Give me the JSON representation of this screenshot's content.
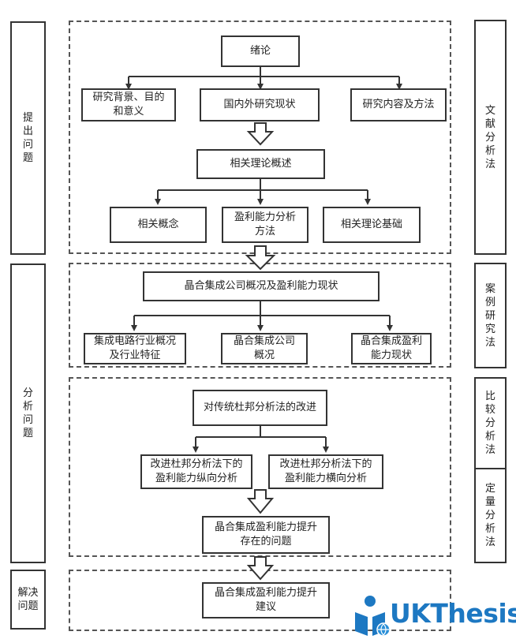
{
  "phases": {
    "raise": "提出问题",
    "analyze": "分析问题",
    "solve": "解决问题"
  },
  "methods": {
    "literature": "文献分析法",
    "case": "案例研究法",
    "compare": "比较分析法",
    "quant": "定量分析法"
  },
  "nodes": {
    "intro": "绪论",
    "background": "研究背景、目的\n和意义",
    "status": "国内外研究现状",
    "content": "研究内容及方法",
    "theory": "相关理论概述",
    "concepts": "相关概念",
    "profit_methods": "盈利能力分析\n方法",
    "theory_base": "相关理论基础",
    "company_status": "晶合集成公司概况及盈利能力现状",
    "industry": "集成电路行业概况\n及行业特征",
    "company_profile": "晶合集成公司\n概况",
    "profit_status": "晶合集成盈利\n能力现状",
    "dupont_improve": "对传统杜邦分析法的改进",
    "vertical": "改进杜邦分析法下的\n盈利能力纵向分析",
    "horizontal": "改进杜邦分析法下的\n盈利能力横向分析",
    "problems": "晶合集成盈利能力提升\n存在的问题",
    "suggestions": "晶合集成盈利能力提升\n建议"
  },
  "brand": {
    "name": "UKThesis",
    "logo_icon": "reader-globe-icon",
    "color": "#1d78c2"
  }
}
